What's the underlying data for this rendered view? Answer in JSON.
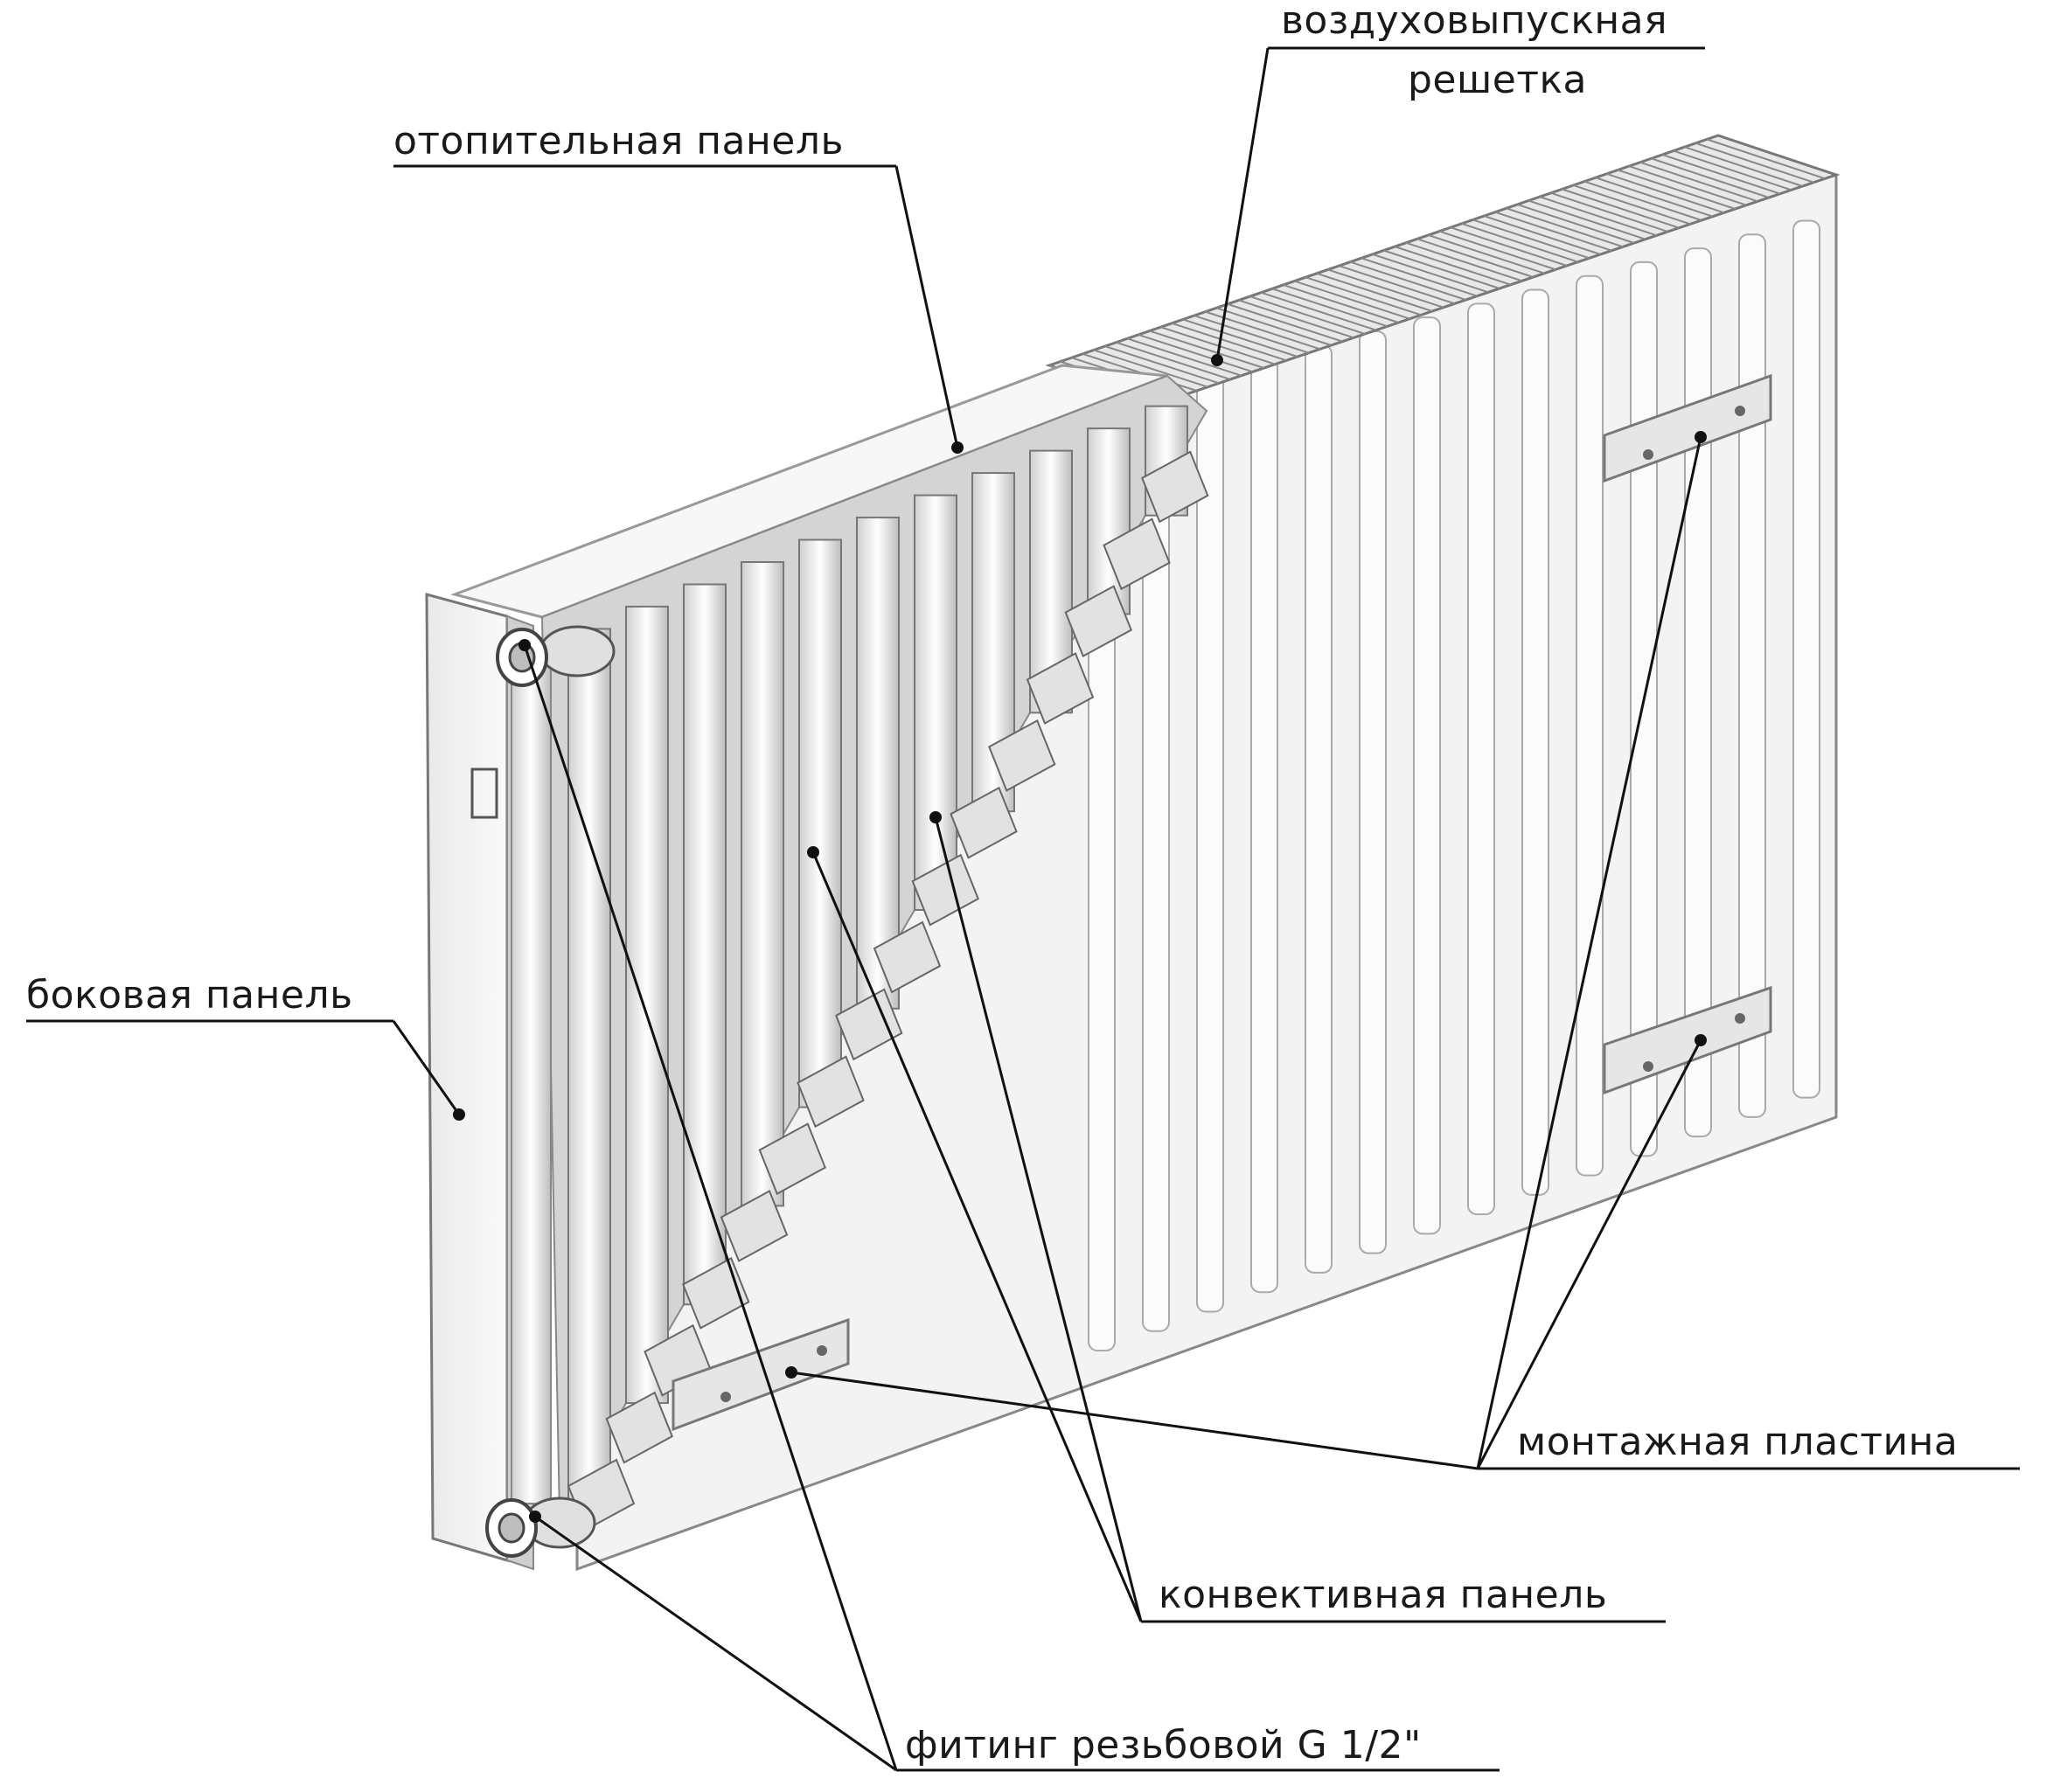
{
  "labels": {
    "air_grille_line1": "воздуховыпускная",
    "air_grille_line2": "решетка",
    "heating_panel": "отопительная панель",
    "side_panel": "боковая панель",
    "mounting_plate": "монтажная пластина",
    "convective_panel": "конвективная панель",
    "fitting": "фитинг резьбовой G 1/2\""
  },
  "colors": {
    "outline": "#111111",
    "panel_light": "#f4f4f4",
    "panel_mid": "#dcdcdc",
    "panel_dark": "#b9b9b9",
    "background": "#ffffff"
  }
}
